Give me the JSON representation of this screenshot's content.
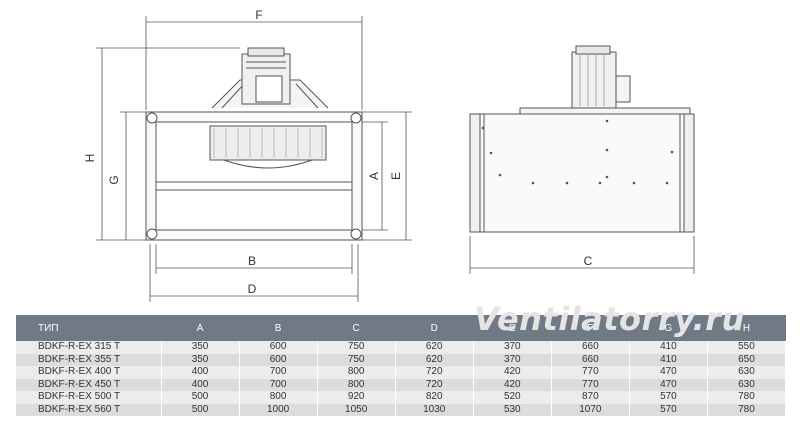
{
  "drawing": {
    "dimension_labels": {
      "F": "F",
      "H": "H",
      "G": "G",
      "A": "A",
      "E": "E",
      "B": "B",
      "D": "D",
      "C": "C"
    }
  },
  "watermark": "Ventilatorry.ru",
  "table": {
    "headers": [
      "ТИП",
      "A",
      "B",
      "C",
      "D",
      "E",
      "F",
      "G",
      "H"
    ],
    "rows": [
      [
        "BDKF-R-EX 315 T",
        "350",
        "600",
        "750",
        "620",
        "370",
        "660",
        "410",
        "550"
      ],
      [
        "BDKF-R-EX 355 T",
        "350",
        "600",
        "750",
        "620",
        "370",
        "660",
        "410",
        "650"
      ],
      [
        "BDKF-R-EX 400 T",
        "400",
        "700",
        "800",
        "720",
        "420",
        "770",
        "470",
        "630"
      ],
      [
        "BDKF-R-EX 450 T",
        "400",
        "700",
        "800",
        "720",
        "420",
        "770",
        "470",
        "630"
      ],
      [
        "BDKF-R-EX 500 T",
        "500",
        "800",
        "920",
        "820",
        "520",
        "870",
        "570",
        "780"
      ],
      [
        "BDKF-R-EX 560 T",
        "500",
        "1000",
        "1050",
        "1030",
        "530",
        "1070",
        "570",
        "780"
      ]
    ]
  }
}
